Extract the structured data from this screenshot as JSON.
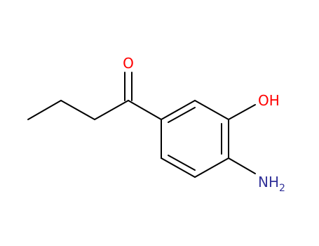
{
  "molecule": {
    "atoms": {
      "oxygen_carbonyl": {
        "symbol": "O",
        "color": "#ff0000"
      },
      "hydroxyl": {
        "symbol": "OH",
        "color": "#ff0000"
      },
      "amino": {
        "symbol": "NH",
        "subscript": "2",
        "color": "#333399"
      }
    },
    "bond_color": "#000000"
  }
}
